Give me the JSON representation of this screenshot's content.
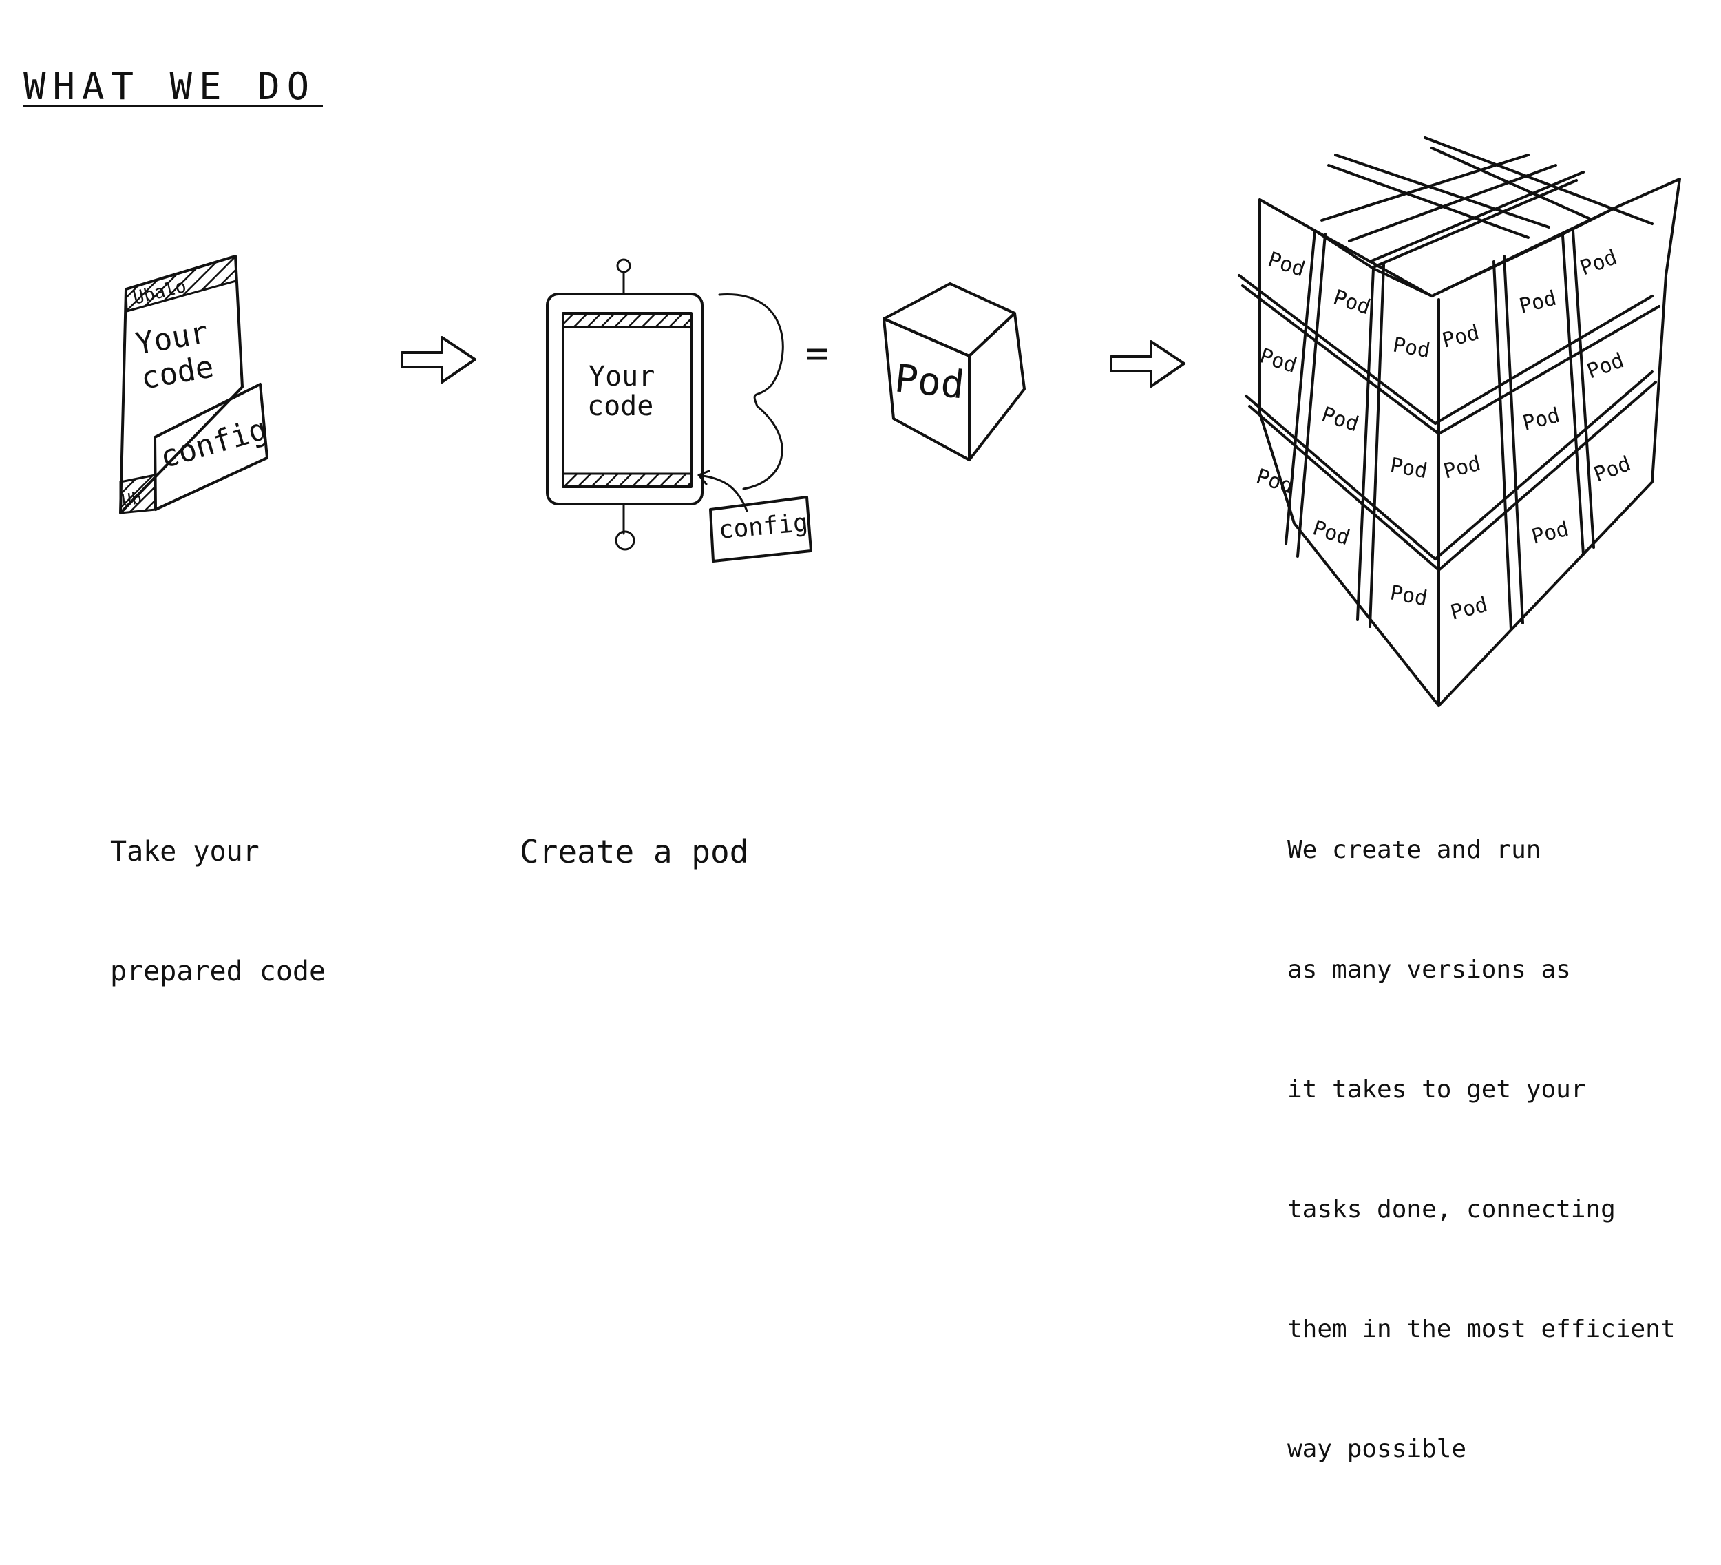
{
  "heading": {
    "title": "WHAT WE DO"
  },
  "steps": [
    {
      "caption_lines": [
        "Take your",
        "prepared code"
      ],
      "labels": {
        "container_top": "Ubalo",
        "body": [
          "Your",
          "code"
        ],
        "config": "config",
        "container_bottom": "Ub"
      }
    },
    {
      "caption_lines": [
        "Create a pod"
      ],
      "labels": {
        "body": [
          "Your",
          "code"
        ],
        "config": "config",
        "equals": "=",
        "pod": "Pod"
      }
    },
    {
      "caption_lines": [
        "We create and run",
        "as many versions as",
        "it takes to get your",
        "tasks done, connecting",
        "them in the most efficient",
        "way possible"
      ],
      "labels": {
        "pod": "Pod"
      }
    }
  ]
}
